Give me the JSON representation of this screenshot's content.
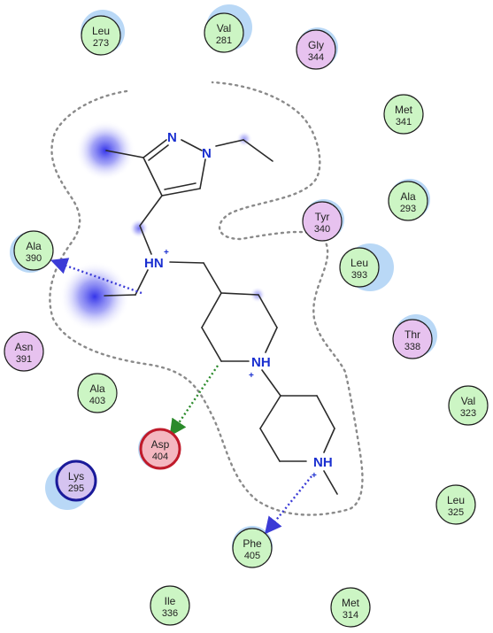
{
  "residues": [
    {
      "id": "leu273",
      "name": "Leu",
      "num": "273",
      "kind": "hydrophobic",
      "halo": true
    },
    {
      "id": "val281",
      "name": "Val",
      "num": "281",
      "kind": "hydrophobic",
      "halo": true
    },
    {
      "id": "gly344",
      "name": "Gly",
      "num": "344",
      "kind": "polar",
      "halo": true
    },
    {
      "id": "met341",
      "name": "Met",
      "num": "341",
      "kind": "hydrophobic",
      "halo": false
    },
    {
      "id": "ala293",
      "name": "Ala",
      "num": "293",
      "kind": "hydrophobic",
      "halo": true
    },
    {
      "id": "tyr340",
      "name": "Tyr",
      "num": "340",
      "kind": "polar",
      "halo": true
    },
    {
      "id": "leu393",
      "name": "Leu",
      "num": "393",
      "kind": "hydrophobic",
      "halo": true
    },
    {
      "id": "thr338",
      "name": "Thr",
      "num": "338",
      "kind": "polar",
      "halo": true
    },
    {
      "id": "val323",
      "name": "Val",
      "num": "323",
      "kind": "hydrophobic",
      "halo": false
    },
    {
      "id": "leu325",
      "name": "Leu",
      "num": "325",
      "kind": "hydrophobic",
      "halo": false
    },
    {
      "id": "met314",
      "name": "Met",
      "num": "314",
      "kind": "hydrophobic",
      "halo": false
    },
    {
      "id": "ile336",
      "name": "Ile",
      "num": "336",
      "kind": "hydrophobic",
      "halo": false
    },
    {
      "id": "phe405",
      "name": "Phe",
      "num": "405",
      "kind": "hydrophobic",
      "halo": true
    },
    {
      "id": "lys295",
      "name": "Lys",
      "num": "295",
      "kind": "basic",
      "halo": true
    },
    {
      "id": "asp404",
      "name": "Asp",
      "num": "404",
      "kind": "acidic",
      "halo": true
    },
    {
      "id": "ala403",
      "name": "Ala",
      "num": "403",
      "kind": "hydrophobic",
      "halo": false
    },
    {
      "id": "asn391",
      "name": "Asn",
      "num": "391",
      "kind": "polar",
      "halo": false
    },
    {
      "id": "ala390",
      "name": "Ala",
      "num": "390",
      "kind": "hydrophobic",
      "halo": true
    }
  ],
  "ligand_atoms": {
    "pyrazole_n2": "N",
    "pyrazole_n1": "N",
    "amine_n": "HN",
    "amine_charge": "+",
    "pip1_n": "NH",
    "pip1_charge": "+",
    "pip2_n": "NH",
    "pip2_charge": "+"
  },
  "colors": {
    "hydrophobic": "#ccf5c4",
    "polar": "#e7c2ef",
    "acidic": "#f4b7c0",
    "basic": "#d5c3f0",
    "acidic_border": "#c01a2a",
    "basic_border": "#1a1a9a",
    "halo": "#7fb8ee",
    "atom_text": "#1a2fd0",
    "hbond_backbone": "#3b3bd6",
    "hbond_sidechain": "#2a8a2a",
    "pocket_outline": "#8a8a8a"
  }
}
